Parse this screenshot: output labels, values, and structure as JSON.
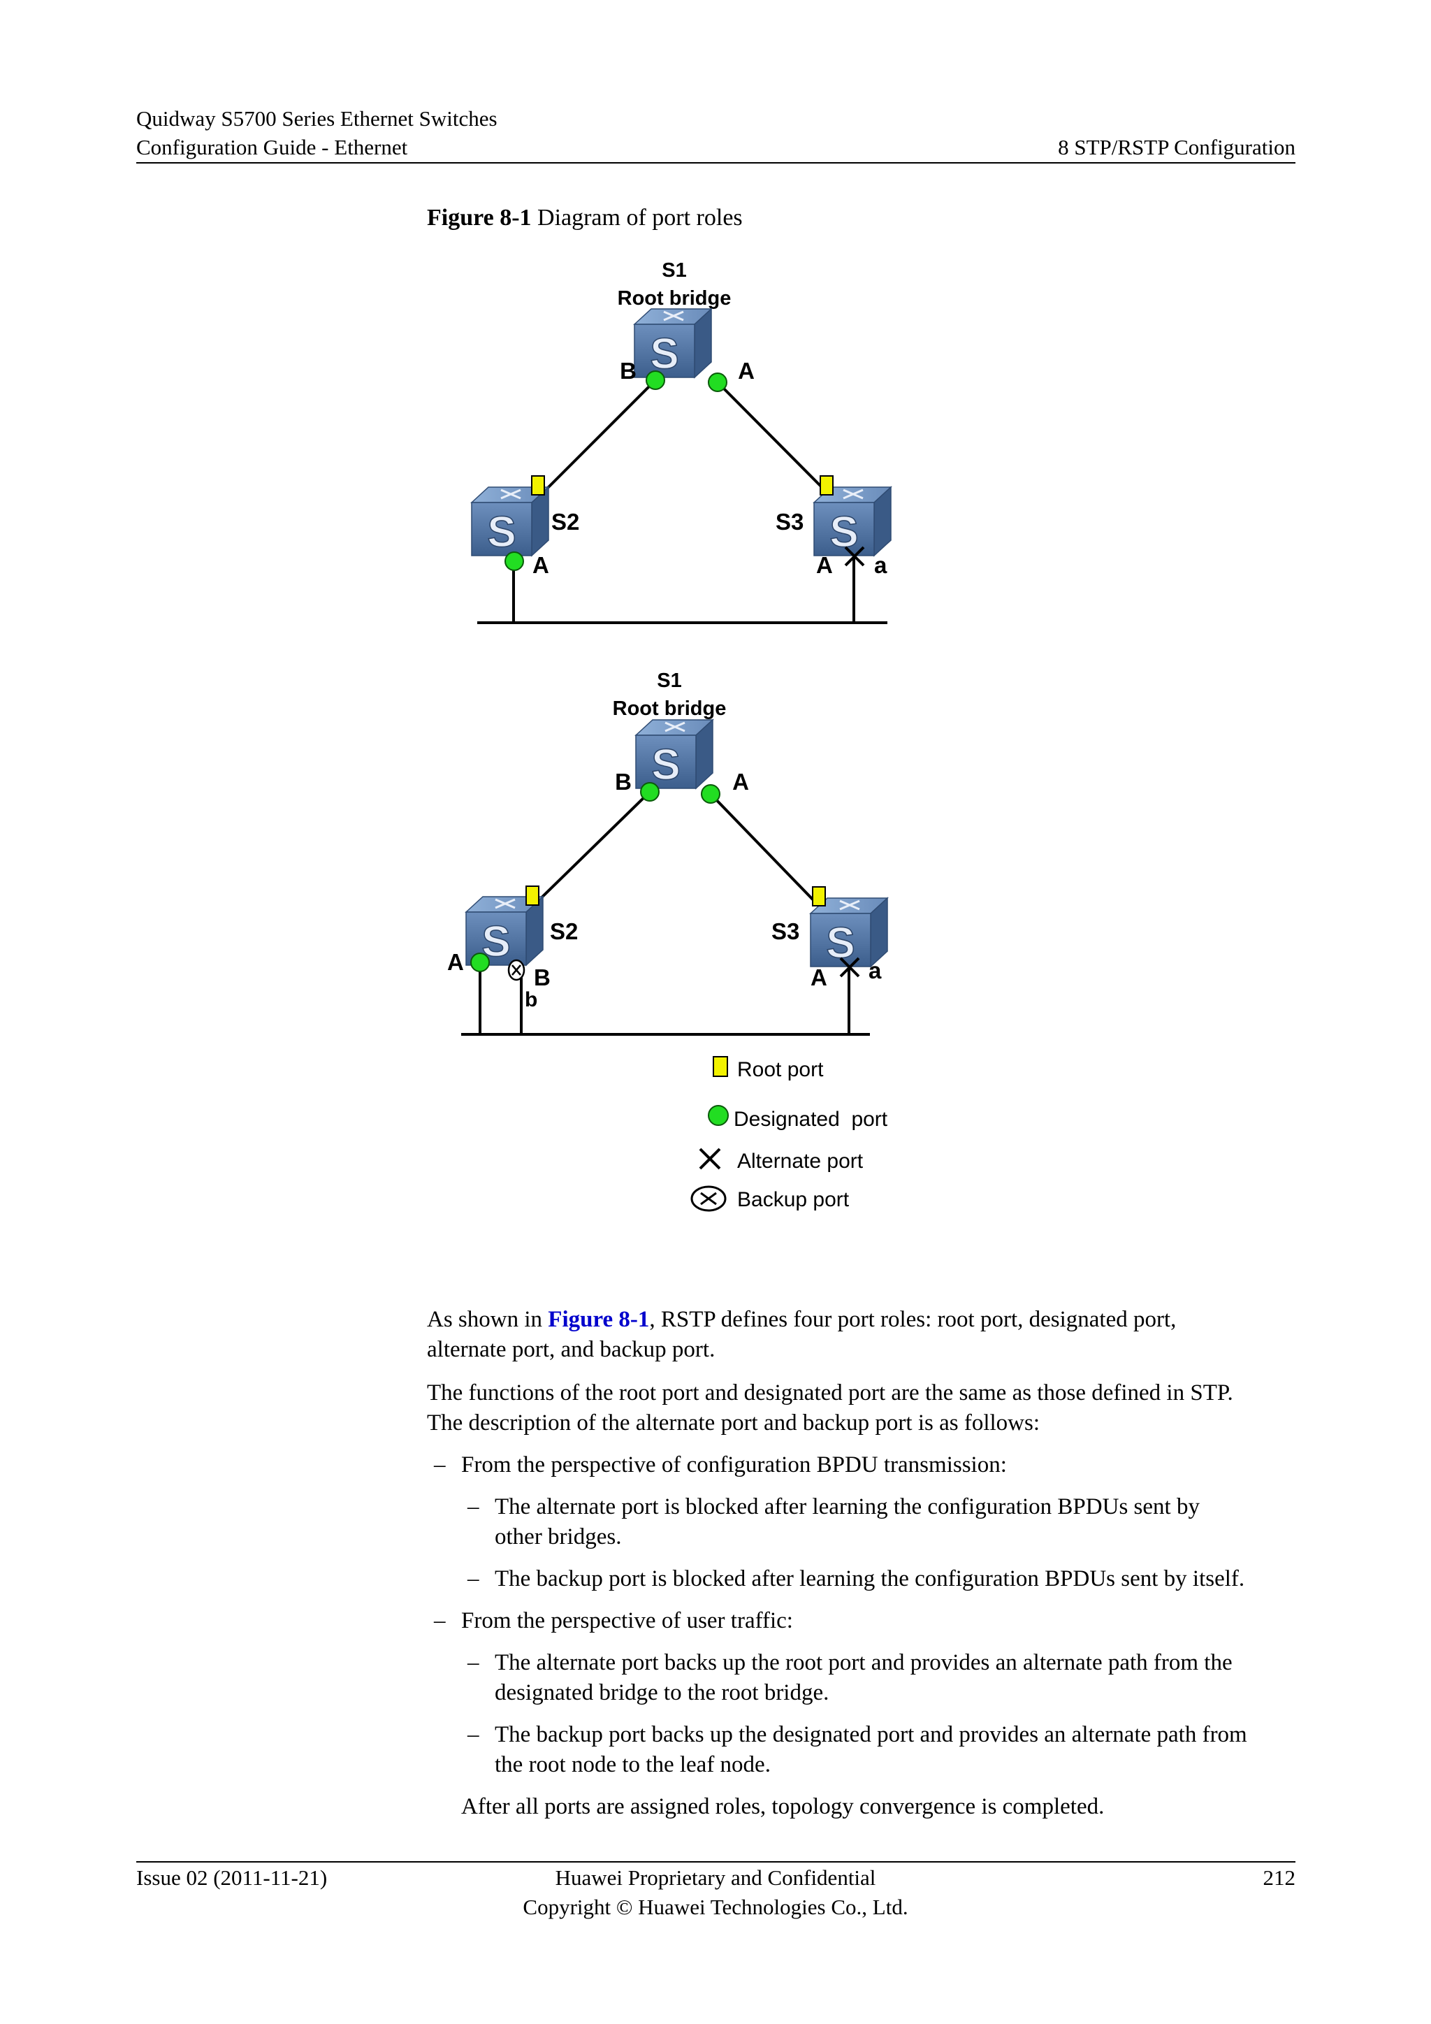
{
  "header": {
    "product": "Quidway S5700 Series Ethernet Switches",
    "guide": "Configuration Guide - Ethernet",
    "chapter": "8 STP/RSTP Configuration"
  },
  "figure": {
    "number": "Figure 8-1",
    "title": "Diagram of port roles",
    "diagram1": {
      "root_name": "S1",
      "root_label": "Root bridge",
      "root_port_b": "B",
      "root_port_a": "A",
      "s2_name": "S2",
      "s2_port_a": "A",
      "s3_name": "S3",
      "s3_port_a": "A",
      "s3_port_a_lower": "a"
    },
    "diagram2": {
      "root_name": "S1",
      "root_label": "Root bridge",
      "root_port_b": "B",
      "root_port_a": "A",
      "s2_name": "S2",
      "s2_port_a": "A",
      "s2_port_b": "B",
      "s2_port_b_lower": "b",
      "s3_name": "S3",
      "s3_port_a": "A",
      "s3_port_a_lower": "a"
    },
    "legend": {
      "root_port": "Root port",
      "designated_port": "Designated  port",
      "alternate_port": "Alternate port",
      "backup_port": "Backup port"
    },
    "colors": {
      "switch": "#4a6f9e",
      "designated": "#22dd22",
      "root": "#f2f200"
    }
  },
  "body": {
    "p1_prefix": "As shown in ",
    "p1_link": "Figure 8-1",
    "p1_suffix_line1": ", RSTP defines four port roles: root port, designated port,",
    "p1_line2": "alternate port, and backup port.",
    "p2_line1": "The functions of the root port and designated port are the same as those defined in STP.",
    "p2_line2": "The description of the alternate port and backup port is as follows:",
    "b1": "From the perspective of configuration BPDU transmission:",
    "b1_1_line1": "The alternate port is blocked after learning the configuration BPDUs sent by",
    "b1_1_line2": "other bridges.",
    "b1_2": "The backup port is blocked after learning the configuration BPDUs sent by itself.",
    "b2": "From the perspective of user traffic:",
    "b2_1_line1": "The alternate port backs up the root port and provides an alternate path from the",
    "b2_1_line2": "designated bridge to the root bridge.",
    "b2_2_line1": "The backup port backs up the designated port and provides an alternate path from",
    "b2_2_line2": "the root node to the leaf node.",
    "closing": "After all ports are assigned roles, topology convergence is completed.",
    "dash": "–"
  },
  "footer": {
    "issue": "Issue 02 (2011-11-21)",
    "proprietary": "Huawei Proprietary and Confidential",
    "copyright": "Copyright © Huawei Technologies Co., Ltd.",
    "page": "212"
  }
}
